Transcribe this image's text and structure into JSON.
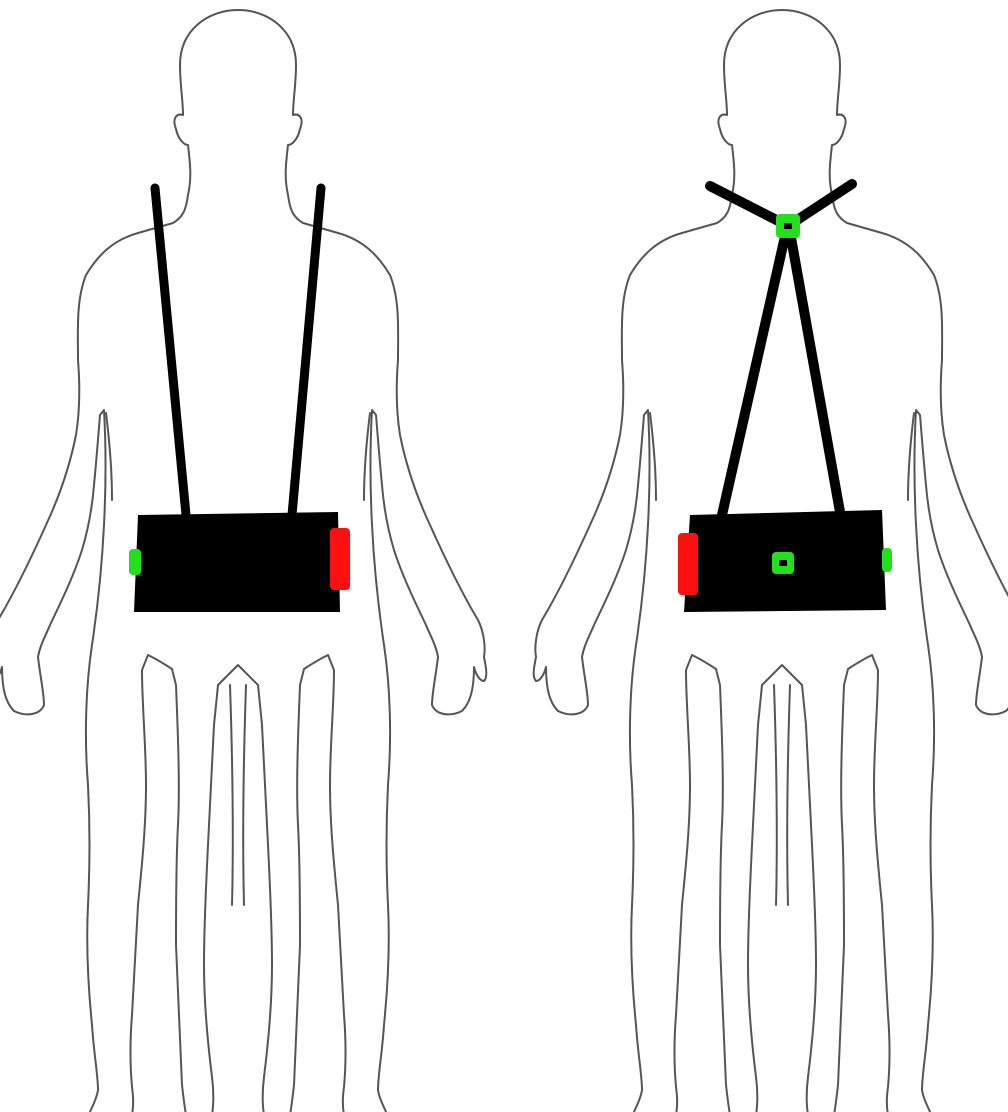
{
  "colors": {
    "background": "#ffffff",
    "outline": "#555555",
    "strap": "#000000",
    "belt": "#000000",
    "sensor_green": "#22e01e",
    "sensor_red": "#ff1010"
  },
  "figures": [
    {
      "view": "front",
      "strap_style": "parallel",
      "sensors": [
        {
          "color": "green",
          "location": "belt-left-side"
        },
        {
          "color": "red",
          "location": "belt-right-side"
        }
      ]
    },
    {
      "view": "back",
      "strap_style": "crossed-x",
      "sensors": [
        {
          "color": "green",
          "location": "strap-cross-point"
        },
        {
          "color": "red",
          "location": "belt-left-side"
        },
        {
          "color": "green",
          "location": "belt-center"
        },
        {
          "color": "green",
          "location": "belt-right-side"
        }
      ]
    }
  ]
}
